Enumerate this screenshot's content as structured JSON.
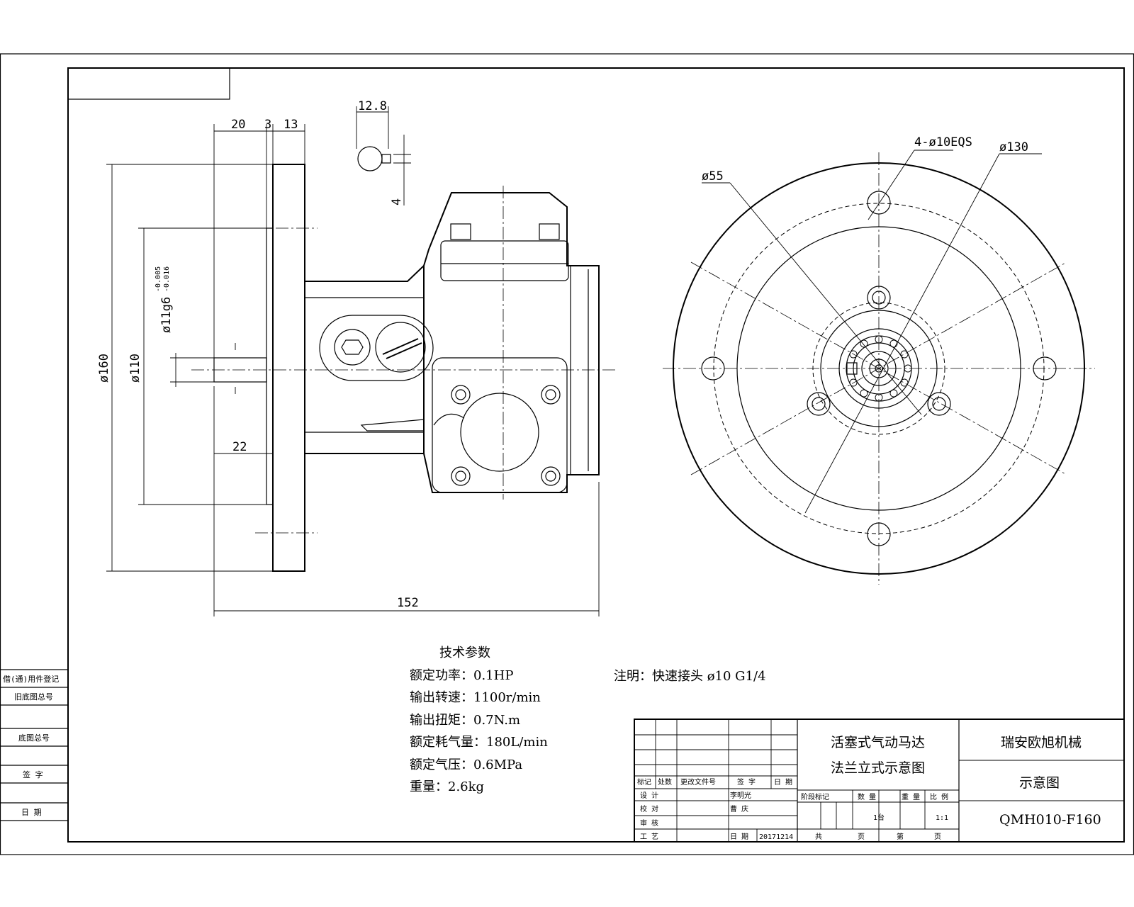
{
  "dimensions": {
    "d20": "20",
    "d3": "3",
    "d13": "13",
    "d12_8": "12.8",
    "d4": "4",
    "d160": "ø160",
    "d110": "ø110",
    "d11": "ø11g6",
    "d11_tol_upper": "-0.005",
    "d11_tol_lower": "-0.016",
    "d22": "22",
    "d152": "152",
    "holes": "4-ø10EQS",
    "d130": "ø130",
    "d55": "ø55"
  },
  "tech_params": {
    "title": "技术参数",
    "lines": [
      "额定功率：0.1HP",
      "输出转速：1100r/min",
      "输出扭矩：0.7N.m",
      "额定耗气量：180L/min",
      "额定气压：0.6MPa",
      "重量：2.6kg"
    ]
  },
  "note": "注明：快速接头 ø10 G1/4",
  "left_strip": [
    "借(通)用件登记",
    "旧底图总号",
    "底图总号",
    "签 字",
    "日 期"
  ],
  "title_block": {
    "product_name_1": "活塞式气动马达",
    "product_name_2": "法兰立式示意图",
    "company": "瑞安欧旭机械",
    "drawing_type": "示意图",
    "drawing_no": "QMH010-F160",
    "hdr": [
      "标记",
      "处数",
      "更改文件号",
      "签 字",
      "日 期"
    ],
    "roles": [
      "设 计",
      "校 对",
      "审 核",
      "工 艺"
    ],
    "names": [
      "李明光",
      "曹 庆"
    ],
    "date_label": "日 期",
    "date": "20171214",
    "sheet_label_1": "共",
    "sheet_label_2": "页",
    "sheet_label_3": "第",
    "sheet_label_4": "页",
    "stage_hdr": [
      "阶段标记",
      "数 量",
      "重 量",
      "比 例"
    ],
    "quantity": "1台",
    "scale": "1:1"
  }
}
